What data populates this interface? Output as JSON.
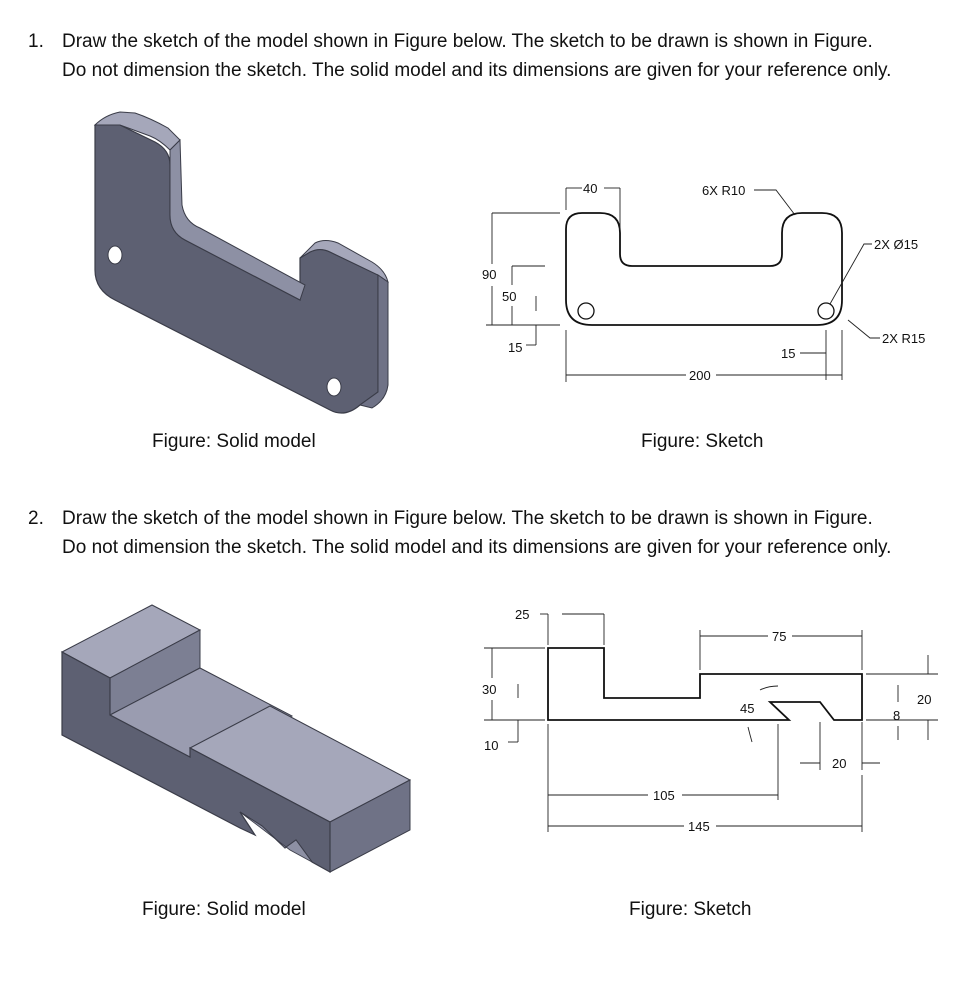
{
  "questions": [
    {
      "number": "1.",
      "line1": "Draw the sketch of the model shown in Figure below. The sketch to be drawn is shown in Figure.",
      "line2": "Do not dimension the sketch. The solid model and its dimensions are given for your reference only.",
      "caption_solid": "Figure: Solid model",
      "caption_sketch": "Figure: Sketch",
      "dims": {
        "d40": "40",
        "r6": "6X R10",
        "d2x15": "2X Ø15",
        "d90": "90",
        "d50": "50",
        "d15a": "15",
        "d15b": "15",
        "d200": "200",
        "r2x15": "2X R15"
      }
    },
    {
      "number": "2.",
      "line1": "Draw the sketch of the model shown in Figure below. The sketch to be drawn is shown in Figure.",
      "line2": "Do not dimension the sketch. The solid model and its dimensions are given for your reference only.",
      "caption_solid": "Figure: Solid model",
      "caption_sketch": "Figure: Sketch",
      "dims": {
        "d25": "25",
        "d75": "75",
        "d30": "30",
        "d10": "10",
        "d45": "45",
        "d20a": "20",
        "d8": "8",
        "d20b": "20",
        "d105": "105",
        "d145": "145"
      }
    }
  ],
  "colors": {
    "solid_face": "#5d6072",
    "solid_top": "#9a9cb0",
    "solid_side": "#6f7286",
    "solid_edge": "#3a3c48"
  }
}
